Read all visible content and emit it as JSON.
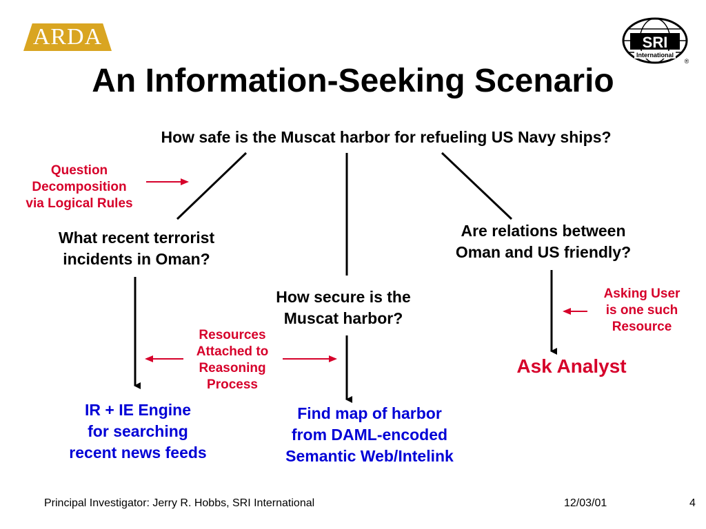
{
  "logos": {
    "left_logo_text": "ARDA",
    "right_logo_text": "SRI",
    "right_logo_subtext": "International",
    "registered_mark": "®"
  },
  "title": "An Information-Seeking  Scenario",
  "main_question": "How safe is the Muscat harbor for refueling US Navy ships?",
  "annotations": {
    "decomposition": [
      "Question",
      "Decomposition",
      "via Logical Rules"
    ],
    "resources": [
      "Resources",
      "Attached to",
      "Reasoning",
      "Process"
    ],
    "asking_user": [
      "Asking User",
      "is one such",
      "Resource"
    ]
  },
  "subquestions": {
    "terrorist": [
      "What recent  terrorist",
      "incidents in Oman?"
    ],
    "secure": [
      "How secure is the",
      "Muscat harbor?"
    ],
    "relations": [
      "Are relations between",
      "Oman and US friendly?"
    ]
  },
  "resources": {
    "ir_ie": [
      "IR + IE Engine",
      "for searching",
      "recent news feeds"
    ],
    "map": [
      "Find map of harbor",
      "from DAML-encoded",
      "Semantic Web/Intelink"
    ],
    "analyst": "Ask Analyst"
  },
  "footer": {
    "investigator": "Principal Investigator: Jerry R. Hobbs, SRI International",
    "date": "12/03/01",
    "page": "4"
  },
  "colors": {
    "annotation_red": "#d6002a",
    "resource_blue": "#0000d6",
    "arda_gold": "#d9a521"
  }
}
